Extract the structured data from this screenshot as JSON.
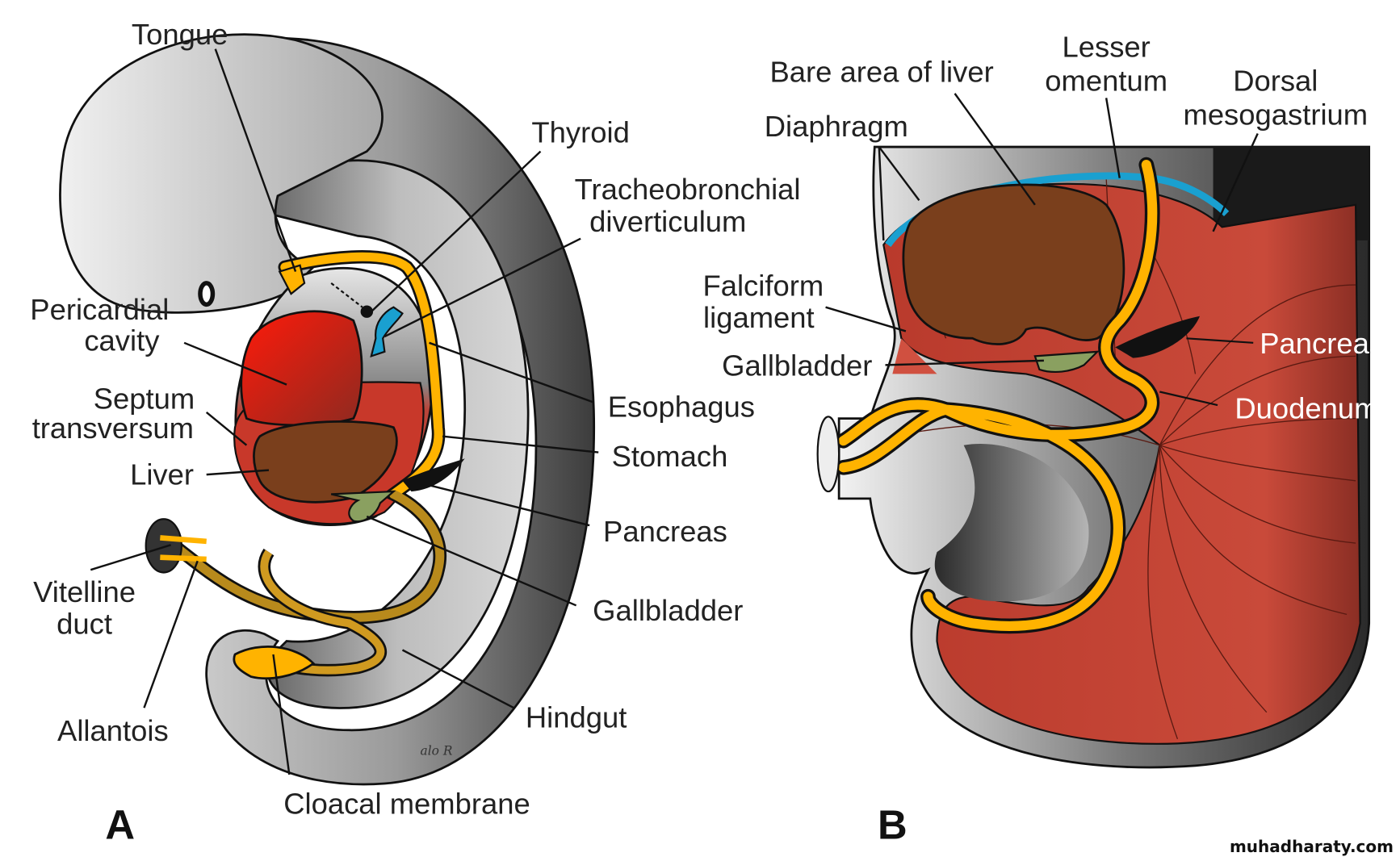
{
  "panel_a": {
    "letter": "A",
    "labels": {
      "tongue": "Tongue",
      "thyroid": "Thyroid",
      "tracheobronchial_1": "Tracheobronchial",
      "tracheobronchial_2": "diverticulum",
      "pericardial_1": "Pericardial",
      "pericardial_2": "cavity",
      "septum_1": "Septum",
      "septum_2": "transversum",
      "liver": "Liver",
      "esophagus": "Esophagus",
      "stomach": "Stomach",
      "pancreas": "Pancreas",
      "gallbladder": "Gallbladder",
      "vitelline_1": "Vitelline",
      "vitelline_2": "duct",
      "allantois": "Allantois",
      "hindgut": "Hindgut",
      "cloacal": "Cloacal membrane"
    },
    "signature": "alo R"
  },
  "panel_b": {
    "letter": "B",
    "labels": {
      "bare_area": "Bare area of liver",
      "lesser_1": "Lesser",
      "lesser_2": "omentum",
      "dorsal_1": "Dorsal",
      "dorsal_2": "mesogastrium",
      "diaphragm": "Diaphragm",
      "falciform_1": "Falciform",
      "falciform_2": "ligament",
      "gallbladder": "Gallbladder",
      "pancreas": "Pancreas",
      "duodenum": "Duodenum"
    }
  },
  "watermark": "muhadharaty.com",
  "colors": {
    "heart": "#ff1a0a",
    "liver": "#7a3f1c",
    "septum": "#c8382a",
    "foregut": "#ffb300",
    "hindgut": "#b88a1c",
    "diaphragm": "#1aa0d0",
    "gallbladder": "#8aa060",
    "mesentery": "#c0392b"
  }
}
